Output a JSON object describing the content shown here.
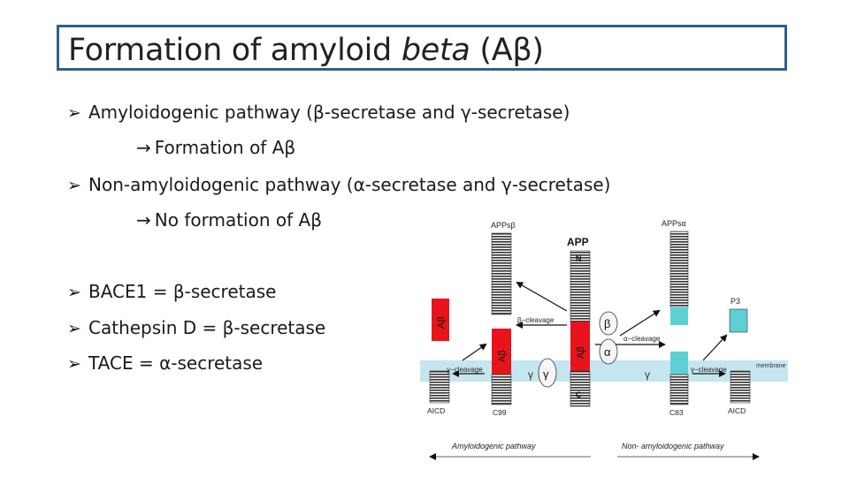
{
  "slide": {
    "title_prefix": "Formation of amyloid ",
    "title_italic": "beta",
    "title_suffix": " (Aβ)",
    "bullet_symbol": "➢",
    "arrow_symbol": "→",
    "bullets": [
      {
        "text": "Amyloidogenic pathway (β-secretase and γ-secretase)",
        "sub": "Formation of Aβ"
      },
      {
        "text": "Non-amyloidogenic pathway (α-secretase and γ-secretase)",
        "sub": "No formation of Aβ"
      },
      {
        "text": "BACE1 = β-secretase"
      },
      {
        "text": "Cathepsin D = β-secretase"
      },
      {
        "text": "TACE = α-secretase"
      }
    ]
  },
  "figure": {
    "labels": {
      "apps_beta": "APPsβ",
      "app": "APP",
      "n_term": "N",
      "apps_alpha": "APPsα",
      "p3": "P3",
      "abeta": "Aβ",
      "beta_cleavage": "β−cleavage",
      "alpha_cleavage": "α−cleavage",
      "gamma_cleavage": "γ−cleavage",
      "gamma": "γ",
      "beta": "β",
      "alpha": "α",
      "membrane": "membrane",
      "c_term": "C",
      "aicd": "AICD",
      "c99": "C99",
      "c83": "C83",
      "amyloidogenic": "Amyloidogenic pathway",
      "non_amyloidogenic": "Non- amyloidogenic pathway"
    },
    "colors": {
      "abeta": "#e8141b",
      "p3": "#5fcfd6",
      "membrane": "#c5e6ee",
      "stripe": "#333333"
    }
  }
}
